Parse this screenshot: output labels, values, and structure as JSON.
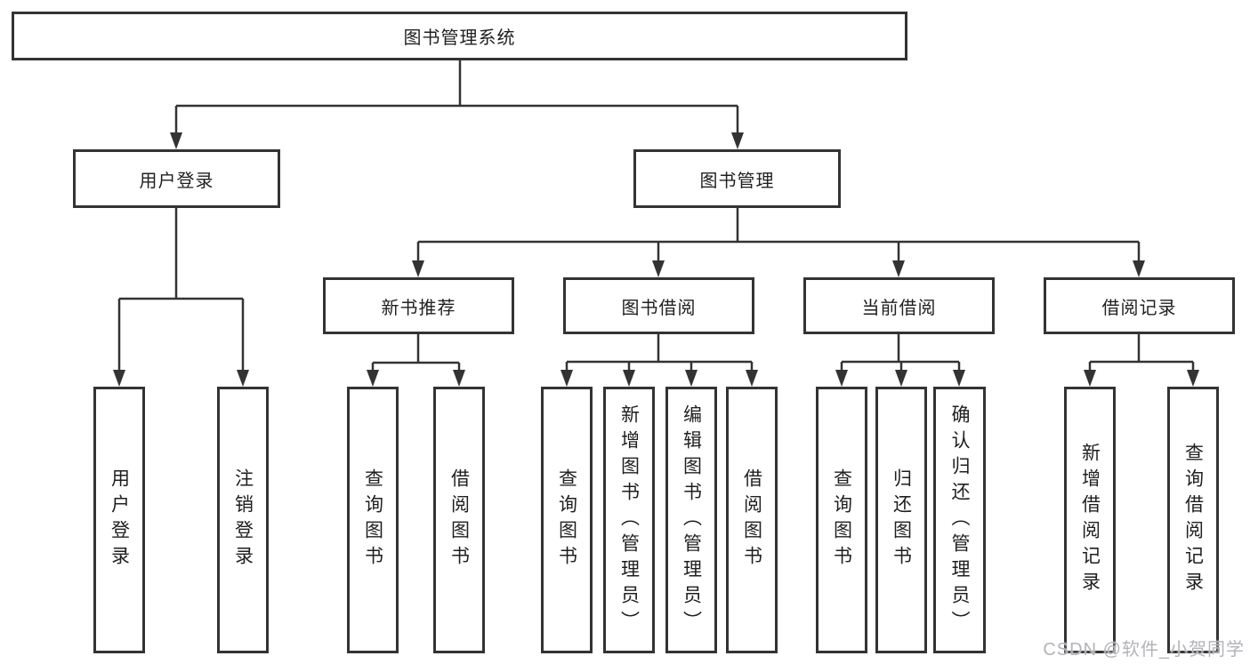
{
  "diagram": {
    "root": {
      "label": "图书管理系统"
    },
    "branches": [
      {
        "label": "用户登录"
      },
      {
        "label": "图书管理"
      }
    ],
    "modules": [
      {
        "label": "新书推荐"
      },
      {
        "label": "图书借阅"
      },
      {
        "label": "当前借阅"
      },
      {
        "label": "借阅记录"
      }
    ],
    "leaves": [
      {
        "label": "用户登录"
      },
      {
        "label": "注销登录"
      },
      {
        "label": "查询图书"
      },
      {
        "label": "借阅图书"
      },
      {
        "label": "查询图书"
      },
      {
        "label": "新增图书（管理员）"
      },
      {
        "label": "编辑图书（管理员）"
      },
      {
        "label": "借阅图书"
      },
      {
        "label": "查询图书"
      },
      {
        "label": "归还图书"
      },
      {
        "label": "确认归还（管理员）"
      },
      {
        "label": "新增借阅记录"
      },
      {
        "label": "查询借阅记录"
      }
    ]
  },
  "watermark": {
    "text": "CSDN @软件_小贺同学"
  },
  "colors": {
    "line": "#333333",
    "text": "#1f1f1f",
    "background": "#ffffff",
    "watermark": "#b3b3b8"
  }
}
